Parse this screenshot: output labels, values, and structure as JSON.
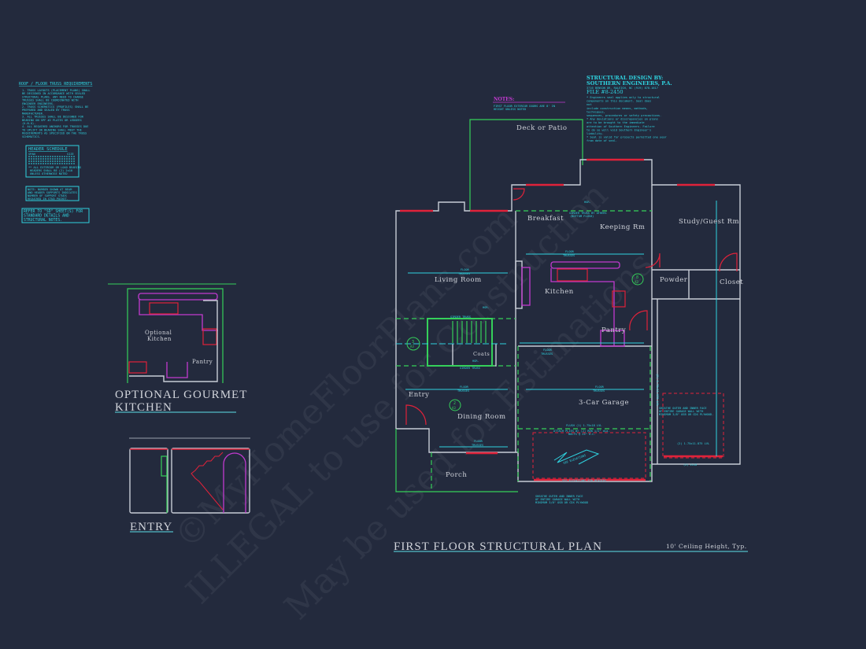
{
  "truss_notes": {
    "title": "ROOF / FLOOR  TRUSS REQUIREMENTS",
    "items": [
      "1. TRUSS LAYOUTS (PLACEMENT PLANS) SHALL",
      "BE DESIGNED IN ACCORDANCE WITH SEALED",
      "STRUCTURAL PLANS. ANY NEED TO CHANGE",
      "TRUSSES SHALL BE COORDINATED WITH",
      "ENGINEER ENGINEERS.",
      "2. TRUSS SCHEMATICS (PROFILES) SHALL BE",
      "PREPARED AND SEALED BY TRUSS",
      "MANUFACTURER.",
      "3. ALL TRUSSES SHALL BE DESIGNED FOR",
      "BEARING ON SPF #2 PLATES OR LEDGERS",
      "(U.N.O).",
      "4. ALL REQUIRED ANCHORS FOR TRUSSES DUE",
      "TO UPLIFT OR BEARING SHALL MEET THE",
      "REQUIREMENTS AS SPECIFIED ON THE TRUSS",
      "SCHEMATICS."
    ]
  },
  "header_schedule": {
    "title": "HEADER SCHEDULE",
    "col_span": "SPAN",
    "col_size": "SIZE",
    "note_lines": [
      "** ALL EXTERIOR OR LOAD BEARING",
      "HEADERS SHALL BE (2) 2x10",
      "UNLESS OTHERWISE NOTED"
    ]
  },
  "stud_note": [
    "NOTE: NUMBER SHOWN AT BEAM",
    "AND HEADER SUPPORTS INDICATES",
    "NUMBER OF SUPPORT STUDS",
    "REQUIRED IN STUD POCKET."
  ],
  "sd_note": [
    "REFER TO \"SD\" SHEET(S) FOR",
    "STANDARD DETAILS AND",
    "STRUCTURAL NOTES."
  ],
  "notes": {
    "title": "NOTES:",
    "lines": [
      "FIRST FLOOR EXTERIOR DOORS ARE 8' IN",
      "HEIGHT UNLESS NOTED"
    ]
  },
  "engineer": {
    "line1": "STRUCTURAL DESIGN BY:",
    "line2": "SOUTHERN ENGINEERS, P.A.",
    "address": "3716 BENSON DR. RALEIGH, NC (919) 878-1617",
    "file": "FILE #8-2450",
    "bullets": [
      "* Engineers seal applies only to structural",
      "  components on this document. Seal does",
      "not",
      "  include construction means, methods,",
      "techniques,",
      "  sequences, procedures or safety precautions.",
      "* Any deviations or discrepancies on plans",
      "  are to be brought to the immediate",
      "  attention of Southern Engineers. Failure",
      "  to do so will void Southern Engineer's",
      "liability.",
      "* Seal is valid for projects permitted one year",
      "  from date of seal."
    ]
  },
  "rooms": {
    "deck": "Deck or Patio",
    "breakfast": "Breakfast",
    "keeping": "Keeping Rm",
    "study": "Study/Guest Rm",
    "living": "Living Room",
    "kitchen": "Kitchen",
    "powder": "Powder",
    "closet": "Closet",
    "pantry": "Pantry",
    "coats": "Coats",
    "entry": "Entry",
    "dining": "Dining Room",
    "garage": "3-Car Garage",
    "porch": "Porch"
  },
  "annotations": {
    "floor_trusses": "FLOOR",
    "trusses": "TRUSSES",
    "girder_truss": "GIRDER TRUSS",
    "girder_by_others": "GIRDER TRUSS BY OTHERS",
    "bottom_flush": "(BOTTOM FLUSH)",
    "hgr": "HGR.",
    "flush_beam": "FLUSH (1) 1.75x18 LVL",
    "attach_plies": "ATTACH PLIES W/ (2) ROW 1/2\" dia.",
    "bolts": "BOLTS @ 24\" O.C.",
    "see_elevations": "SEE ELEVATIONS",
    "see_elev_headers": "SEE ELEVATIONS FOR HEADERS",
    "sheathe_garage": [
      "SHEATHE OUTER AND INNER FACE",
      "OF ENTIRE GARAGE WALL WITH",
      "MINIMUM 3/8\" OSB OR CDX PLYWOOD."
    ],
    "sheathe_bottom": [
      "SHEATHE OUTER AND INNER FACE",
      "OF ENTIRE GARAGE WALL WITH",
      "MINIMUM 3/8\" OSB OR CDX PLYWOOD"
    ],
    "lvl_beam": "(2) 1.75x11.875 LVL",
    "two_2x10": "(2) 2x10",
    "side_lvl": "(2) 1.75x11.875 LVL",
    "section_ref_top": "8",
    "section_ref_a": "A3",
    "section_ref_2": "2",
    "section_ref_3": "3"
  },
  "titles": {
    "plan": "FIRST FLOOR STRUCTURAL PLAN",
    "ceiling": "10' Ceiling Height, Typ.",
    "gourmet_line1": "OPTIONAL GOURMET",
    "gourmet_line2": "KITCHEN",
    "optional_kitchen_1": "Optional",
    "optional_kitchen_2": "Kitchen",
    "pantry": "Pantry",
    "entry": "ENTRY"
  },
  "watermark": {
    "line1": "©MyHomeFloorPlans.com",
    "line2": "ILLEGAL to use for Construction",
    "line3": "May be used for Estimations"
  },
  "colors": {
    "background": "#232a3d",
    "walls": "#c8ccd6",
    "structural": "#2fd3e0",
    "framing": "#35d05a",
    "windows_doors": "#e0223a",
    "cabinets": "#c23ad0"
  }
}
